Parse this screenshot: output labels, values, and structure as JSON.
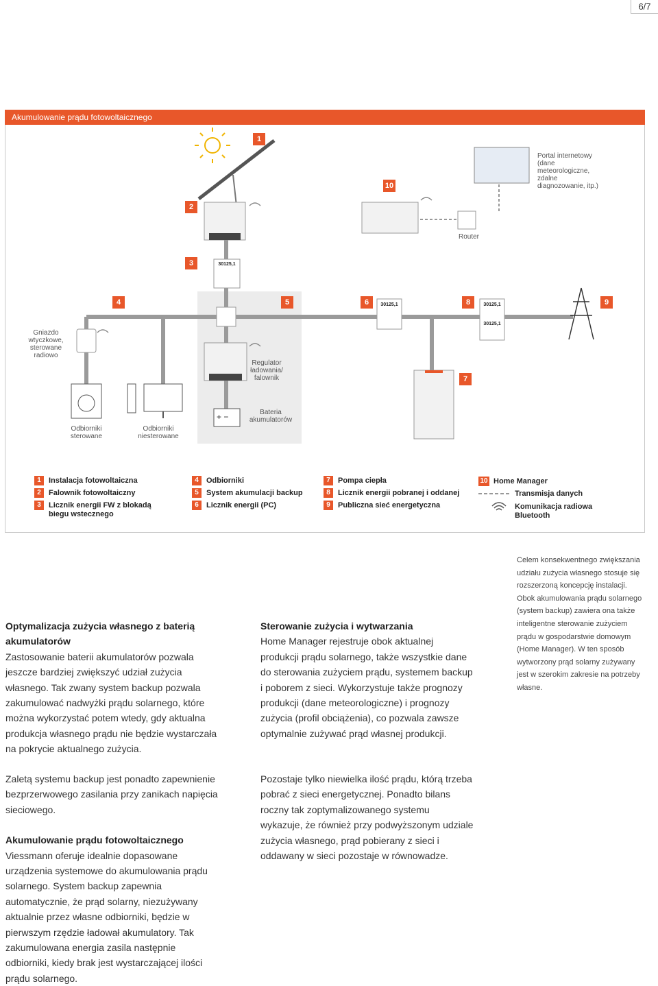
{
  "page_number": "6/7",
  "figure": {
    "title": "Akumulowanie prądu fotowoltaicznego",
    "badges": {
      "b1": "1",
      "b2": "2",
      "b3": "3",
      "b4": "4",
      "b5": "5",
      "b6": "6",
      "b7": "7",
      "b8": "8",
      "b9": "9",
      "b10": "10"
    },
    "labels": {
      "portal": "Portal internetowy (dane meteorologiczne, zdalne diagnozowanie, itp.)",
      "router": "Router",
      "socket": "Gniazdo wtyczkowe, sterowane radiowo",
      "regulator": "Regulator ładowania/ falownik",
      "battery": "Bateria akumulatorów",
      "controlled": "Odbiorniki sterowane",
      "uncontrolled": "Odbiorniki niesterowane",
      "meter_value": "30125,1"
    },
    "legend": [
      {
        "num": "1",
        "text": "Instalacja fotowoltaiczna"
      },
      {
        "num": "2",
        "text": "Falownik fotowoltaiczny"
      },
      {
        "num": "3",
        "text": "Licznik energii FW z blokadą biegu wstecznego"
      },
      {
        "num": "4",
        "text": "Odbiorniki"
      },
      {
        "num": "5",
        "text": "System akumulacji backup"
      },
      {
        "num": "6",
        "text": "Licznik energii (PC)"
      },
      {
        "num": "7",
        "text": "Pompa ciepła"
      },
      {
        "num": "8",
        "text": "Licznik energii pobranej i oddanej"
      },
      {
        "num": "9",
        "text": "Publiczna sieć energetyczna"
      },
      {
        "num": "10",
        "text": "Home Manager"
      },
      {
        "num": "",
        "text": "Transmisja danych"
      },
      {
        "num": "",
        "text": "Komunikacja radiowa Bluetooth"
      }
    ]
  },
  "side_note": "Celem konsekwentnego zwiększania udziału zużycia własnego stosuje się rozszerzoną koncepcję instalacji. Obok akumulowania prądu solarnego (system backup) zawiera ona także inteligentne sterowanie zużyciem prądu w gospodarstwie domowym (Home Manager). W ten sposób wytworzony prąd solarny zużywany jest w szerokim zakresie na potrzeby własne.",
  "col1": {
    "h1": "Optymalizacja zużycia własnego z baterią akumulatorów",
    "p1": "Zastosowanie baterii akumulatorów pozwala jeszcze bardziej zwiększyć udział zużycia własnego. Tak zwany system backup pozwala zakumulować nadwyżki prądu solarnego, które można wykorzystać potem wtedy, gdy aktualna produkcja własnego prądu nie będzie wystarczała na pokrycie aktualnego zużycia.",
    "p2": "Zaletą systemu backup jest ponadto zapewnienie bezprzerwowego zasilania przy zanikach napięcia sieciowego.",
    "h2": "Akumulowanie prądu fotowoltaicznego",
    "p3": "Viessmann oferuje idealnie dopasowane urządzenia systemowe do akumulowania prądu solarnego. System backup zapewnia automatycznie, że prąd solarny, niezużywany aktualnie przez własne odbiorniki, będzie w pierwszym rzędzie ładował akumulatory. Tak zakumulowana energia zasila następnie odbiorniki, kiedy brak jest wystarczającej ilości prądu solarnego."
  },
  "col2": {
    "h1": "Sterowanie zużycia i wytwarzania",
    "p1": "Home Manager rejestruje obok aktualnej produkcji prądu solarnego, także wszystkie dane do sterowania zużyciem prądu, systemem backup i poborem z sieci. Wykorzystuje także prognozy produkcji (dane meteorologiczne) i prognozy zużycia (profil obciążenia), co pozwala zawsze optymalnie zużywać prąd własnej produkcji.",
    "p2": "Pozostaje tylko niewielka ilość prądu, którą trzeba pobrać z sieci energetycznej. Ponadto bilans roczny tak zoptymalizowanego systemu wykazuje, że również przy podwyższonym udziale zużycia własnego, prąd pobierany z sieci i oddawany w sieci pozostaje w równowadze."
  },
  "colors": {
    "accent": "#e8572a",
    "line": "#9a9a9a"
  }
}
